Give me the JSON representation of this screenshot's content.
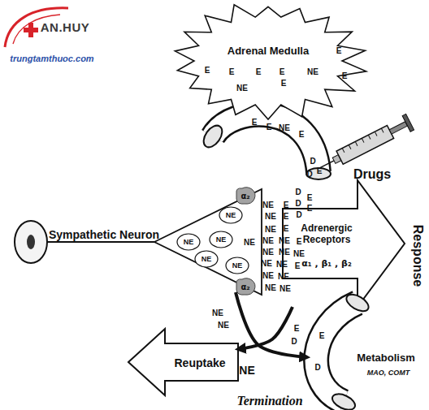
{
  "diagram": {
    "nodes": [
      {
        "text": [
          "Adrenal Medulla"
        ]
      },
      {
        "text": [
          "Drugs"
        ]
      },
      {
        "text": [
          "Sympathetic Neuron"
        ]
      },
      {
        "text": [
          "NE"
        ],
        "in": 2
      },
      {
        "text": [
          "NE"
        ],
        "in": 2
      },
      {
        "text": [
          "NE"
        ],
        "in": 2
      },
      {
        "text": [
          "NE"
        ],
        "in": 2
      },
      {
        "text": [
          "NE"
        ],
        "in": 2
      },
      {
        "text": [
          "α₂"
        ],
        "in": 2
      },
      {
        "text": [
          "α₂"
        ],
        "in": 2
      },
      {
        "text": [
          "Adrenergic Receptors",
          "α₁ , β₁ , β₂"
        ]
      },
      {
        "text": [
          "Reuptake"
        ]
      },
      {
        "text": [
          "Metabolism",
          "MAO, COMT"
        ]
      }
    ],
    "edges": [
      {
        "from": 2,
        "to": 12,
        "arrow": "to"
      },
      {
        "from": 10,
        "to": 11,
        "arrow": "to"
      }
    ],
    "labels": [
      "AN.HUY",
      "trungtamthuoc.com",
      "E",
      "E",
      "E",
      "E",
      "E",
      "NE",
      "E",
      "NE",
      "E",
      "E",
      "E",
      "NE",
      "E",
      "D",
      "D",
      "E",
      "D",
      "E",
      "NE",
      "E",
      "D",
      "E",
      "NE",
      "E",
      "D",
      "NE",
      "NE",
      "E",
      "NE",
      "NE",
      "E",
      "NE",
      "NE",
      "NE",
      "NE",
      "NE",
      "E",
      "NE",
      "NE",
      "NE",
      "NE",
      "NE",
      "NE",
      "E",
      "D",
      "E",
      "D",
      "NE",
      "Response",
      "Termination"
    ]
  }
}
